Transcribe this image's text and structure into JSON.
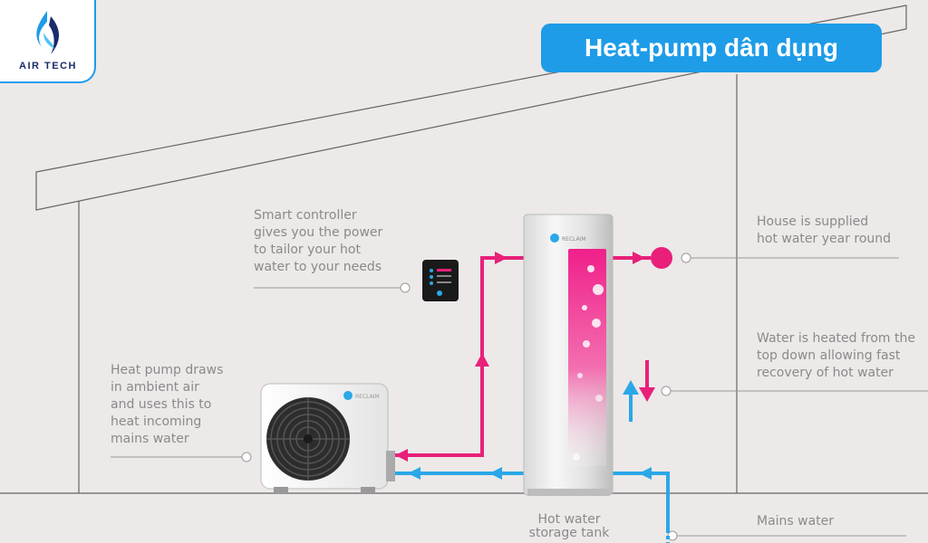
{
  "brand": {
    "name": "AIR TECH"
  },
  "badge": {
    "title": "Heat-pump dân dụng"
  },
  "product_brand": "RECLAIM",
  "labels": {
    "controller": "Smart controller\ngives you the power\nto tailor your hot\nwater to your needs",
    "heat_pump": "Heat pump draws\nin ambient air\nand uses this to\nheat incoming\nmains water",
    "house": "House is supplied\nhot water year round",
    "heated": "Water is heated from the\ntop down allowing fast\nrecovery of hot water",
    "tank": "Hot water\nstorage tank",
    "mains": "Mains water"
  },
  "colors": {
    "hot": "#e8207a",
    "cold": "#2aa8e8",
    "accent": "#1e9ce8",
    "line": "#8a8a8a"
  }
}
